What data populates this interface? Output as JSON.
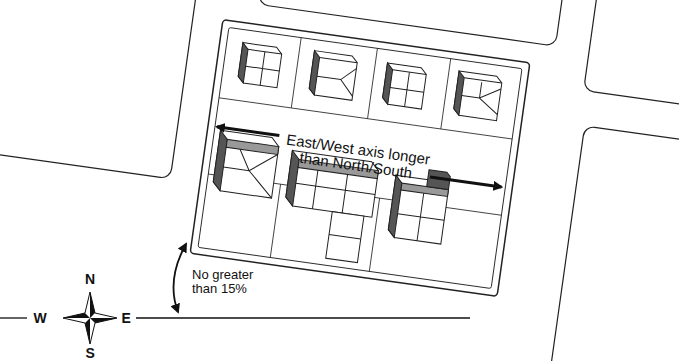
{
  "diagram": {
    "labels": [
      "East/West axis longer than North/South",
      "No greater than 15%",
      "N",
      "W",
      "E",
      "S"
    ]
  }
}
